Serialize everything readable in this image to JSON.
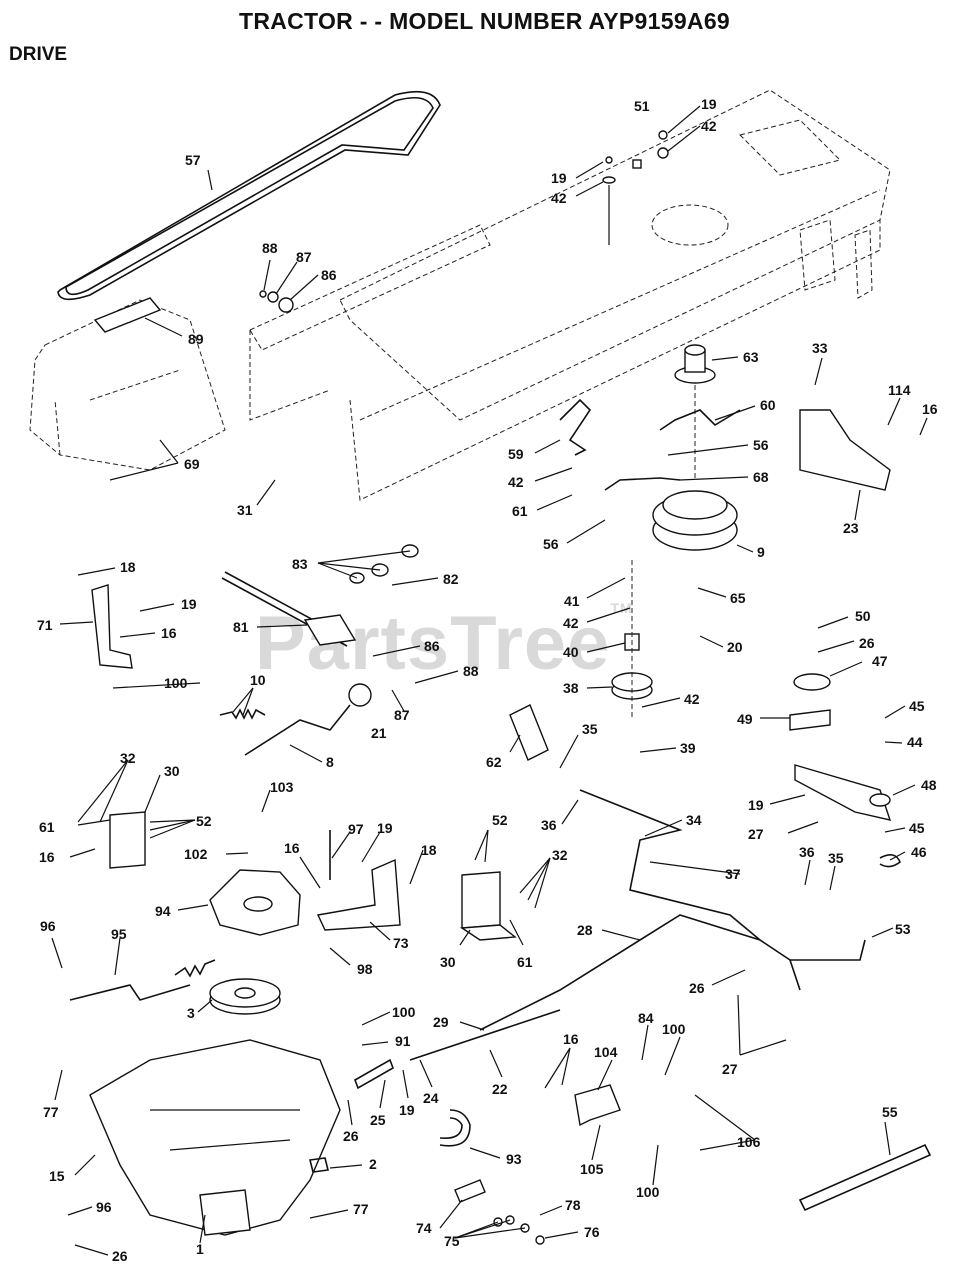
{
  "header": {
    "title": "TRACTOR - - MODEL NUMBER AYP9159A69",
    "section": "DRIVE"
  },
  "watermark": {
    "text": "PartsTree",
    "mark": "TM"
  },
  "callouts": [
    {
      "id": "c57",
      "label": "57"
    },
    {
      "id": "c88a",
      "label": "88"
    },
    {
      "id": "c87a",
      "label": "87"
    },
    {
      "id": "c86a",
      "label": "86"
    },
    {
      "id": "c89",
      "label": "89"
    },
    {
      "id": "c69",
      "label": "69"
    },
    {
      "id": "c31",
      "label": "31"
    },
    {
      "id": "c51",
      "label": "51"
    },
    {
      "id": "c19a",
      "label": "19"
    },
    {
      "id": "c42a",
      "label": "42"
    },
    {
      "id": "c19b",
      "label": "19"
    },
    {
      "id": "c42b",
      "label": "42"
    },
    {
      "id": "c63",
      "label": "63"
    },
    {
      "id": "c60",
      "label": "60"
    },
    {
      "id": "c56a",
      "label": "56"
    },
    {
      "id": "c68",
      "label": "68"
    },
    {
      "id": "c59",
      "label": "59"
    },
    {
      "id": "c42c",
      "label": "42"
    },
    {
      "id": "c61a",
      "label": "61"
    },
    {
      "id": "c56b",
      "label": "56"
    },
    {
      "id": "c9",
      "label": "9"
    },
    {
      "id": "c33",
      "label": "33"
    },
    {
      "id": "c114",
      "label": "114"
    },
    {
      "id": "c16a",
      "label": "16"
    },
    {
      "id": "c23",
      "label": "23"
    },
    {
      "id": "c83",
      "label": "83"
    },
    {
      "id": "c82",
      "label": "82"
    },
    {
      "id": "c18a",
      "label": "18"
    },
    {
      "id": "c19c",
      "label": "19"
    },
    {
      "id": "c71",
      "label": "71"
    },
    {
      "id": "c16b",
      "label": "16"
    },
    {
      "id": "c81",
      "label": "81"
    },
    {
      "id": "c86b",
      "label": "86"
    },
    {
      "id": "c88b",
      "label": "88"
    },
    {
      "id": "c87b",
      "label": "87"
    },
    {
      "id": "c41",
      "label": "41"
    },
    {
      "id": "c42d",
      "label": "42"
    },
    {
      "id": "c40",
      "label": "40"
    },
    {
      "id": "c38",
      "label": "38"
    },
    {
      "id": "c42e",
      "label": "42"
    },
    {
      "id": "c65",
      "label": "65"
    },
    {
      "id": "c20",
      "label": "20"
    },
    {
      "id": "c50",
      "label": "50"
    },
    {
      "id": "c26a",
      "label": "26"
    },
    {
      "id": "c47",
      "label": "47"
    },
    {
      "id": "c49",
      "label": "49"
    },
    {
      "id": "c45a",
      "label": "45"
    },
    {
      "id": "c44",
      "label": "44"
    },
    {
      "id": "c48",
      "label": "48"
    },
    {
      "id": "c45b",
      "label": "45"
    },
    {
      "id": "c46",
      "label": "46"
    },
    {
      "id": "c19d",
      "label": "19"
    },
    {
      "id": "c27a",
      "label": "27"
    },
    {
      "id": "c100a",
      "label": "100"
    },
    {
      "id": "c10",
      "label": "10"
    },
    {
      "id": "c21",
      "label": "21"
    },
    {
      "id": "c8",
      "label": "8"
    },
    {
      "id": "c35a",
      "label": "35"
    },
    {
      "id": "c62",
      "label": "62"
    },
    {
      "id": "c39",
      "label": "39"
    },
    {
      "id": "c36a",
      "label": "36"
    },
    {
      "id": "c34",
      "label": "34"
    },
    {
      "id": "c37",
      "label": "37"
    },
    {
      "id": "c36b",
      "label": "36"
    },
    {
      "id": "c35b",
      "label": "35"
    },
    {
      "id": "c32a",
      "label": "32"
    },
    {
      "id": "c30a",
      "label": "30"
    },
    {
      "id": "c61b",
      "label": "61"
    },
    {
      "id": "c52a",
      "label": "52"
    },
    {
      "id": "c16c",
      "label": "16"
    },
    {
      "id": "c103",
      "label": "103"
    },
    {
      "id": "c102",
      "label": "102"
    },
    {
      "id": "c97",
      "label": "97"
    },
    {
      "id": "c19e",
      "label": "19"
    },
    {
      "id": "c16d",
      "label": "16"
    },
    {
      "id": "c18b",
      "label": "18"
    },
    {
      "id": "c52b",
      "label": "52"
    },
    {
      "id": "c32b",
      "label": "32"
    },
    {
      "id": "c94",
      "label": "94"
    },
    {
      "id": "c73",
      "label": "73"
    },
    {
      "id": "c30b",
      "label": "30"
    },
    {
      "id": "c61c",
      "label": "61"
    },
    {
      "id": "c98",
      "label": "98"
    },
    {
      "id": "c96a",
      "label": "96"
    },
    {
      "id": "c95",
      "label": "95"
    },
    {
      "id": "c28",
      "label": "28"
    },
    {
      "id": "c26b",
      "label": "26"
    },
    {
      "id": "c53",
      "label": "53"
    },
    {
      "id": "c3",
      "label": "3"
    },
    {
      "id": "c100b",
      "label": "100"
    },
    {
      "id": "c29",
      "label": "29"
    },
    {
      "id": "c84",
      "label": "84"
    },
    {
      "id": "c100c",
      "label": "100"
    },
    {
      "id": "c27b",
      "label": "27"
    },
    {
      "id": "c91",
      "label": "91"
    },
    {
      "id": "c16e",
      "label": "16"
    },
    {
      "id": "c104",
      "label": "104"
    },
    {
      "id": "c22",
      "label": "22"
    },
    {
      "id": "c77a",
      "label": "77"
    },
    {
      "id": "c25",
      "label": "25"
    },
    {
      "id": "c19f",
      "label": "19"
    },
    {
      "id": "c24",
      "label": "24"
    },
    {
      "id": "c26c",
      "label": "26"
    },
    {
      "id": "c106",
      "label": "106"
    },
    {
      "id": "c55",
      "label": "55"
    },
    {
      "id": "c93",
      "label": "93"
    },
    {
      "id": "c105",
      "label": "105"
    },
    {
      "id": "c15",
      "label": "15"
    },
    {
      "id": "c2",
      "label": "2"
    },
    {
      "id": "c100d",
      "label": "100"
    },
    {
      "id": "c96b",
      "label": "96"
    },
    {
      "id": "c77b",
      "label": "77"
    },
    {
      "id": "c78",
      "label": "78"
    },
    {
      "id": "c74",
      "label": "74"
    },
    {
      "id": "c76",
      "label": "76"
    },
    {
      "id": "c75",
      "label": "75"
    },
    {
      "id": "c26d",
      "label": "26"
    },
    {
      "id": "c1",
      "label": "1"
    }
  ]
}
